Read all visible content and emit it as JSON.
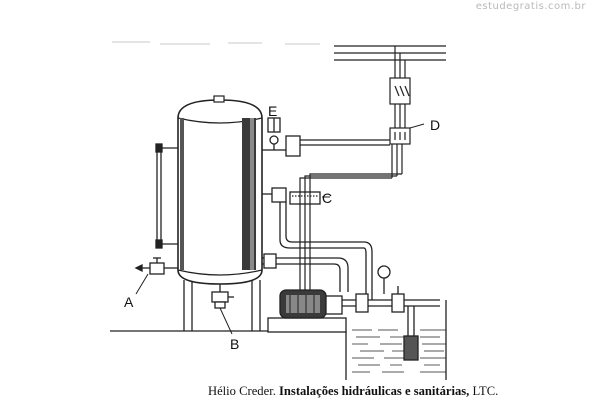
{
  "watermark": "estudegratis.com.br",
  "labels": {
    "A": "A",
    "B": "B",
    "C": "C",
    "D": "D",
    "E": "E"
  },
  "caption": {
    "author": "Hélio Creder.",
    "title": "Instalações hidráulicas e sanitárias,",
    "publisher": "LTC."
  },
  "colors": {
    "line": "#222222",
    "wall_fill": "#eeeeee",
    "water": "#7a7a7a"
  }
}
